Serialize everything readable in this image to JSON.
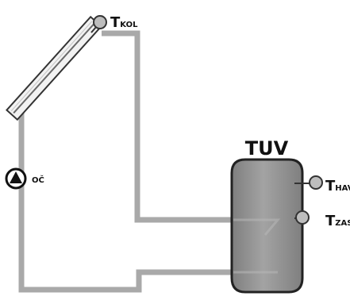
{
  "colors": {
    "pipe": "#a9a9a9",
    "tank_fill": "#8e8e8e",
    "tank_stroke": "#222222",
    "sensor_fill": "#bdbdbd",
    "collector_fill": "#f2f2f2",
    "collector_stroke": "#333333",
    "label": "#111111"
  },
  "tank": {
    "label": "TUV"
  },
  "pump": {
    "label": "OČ",
    "icon": "pump-icon"
  },
  "collector": {
    "icon": "solar-collector-icon"
  },
  "sensors": {
    "collector": {
      "main": "T",
      "sub": "KOL",
      "icon": "temperature-sensor-icon"
    },
    "hav": {
      "main": "T",
      "sub": "HAV",
      "icon": "temperature-sensor-icon"
    },
    "zas": {
      "main": "T",
      "sub": "ZAS",
      "icon": "temperature-sensor-icon"
    }
  }
}
